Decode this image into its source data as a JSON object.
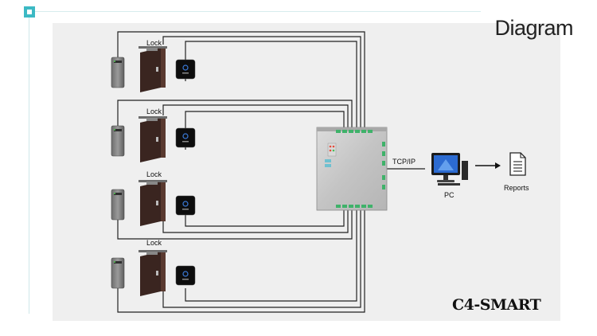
{
  "diagram": {
    "title": "Diagram",
    "brand": "C4-SMART",
    "doors": [
      {
        "lock_label": "Lock"
      },
      {
        "lock_label": "Lock"
      },
      {
        "lock_label": "Lock"
      },
      {
        "lock_label": "Lock"
      }
    ],
    "connection_label": "TCP/IP",
    "pc_label": "PC",
    "reports_label": "Reports",
    "icons": [
      "card-reader-icon",
      "door-icon",
      "exit-button-icon",
      "controller-icon",
      "pc-icon",
      "report-icon"
    ]
  }
}
